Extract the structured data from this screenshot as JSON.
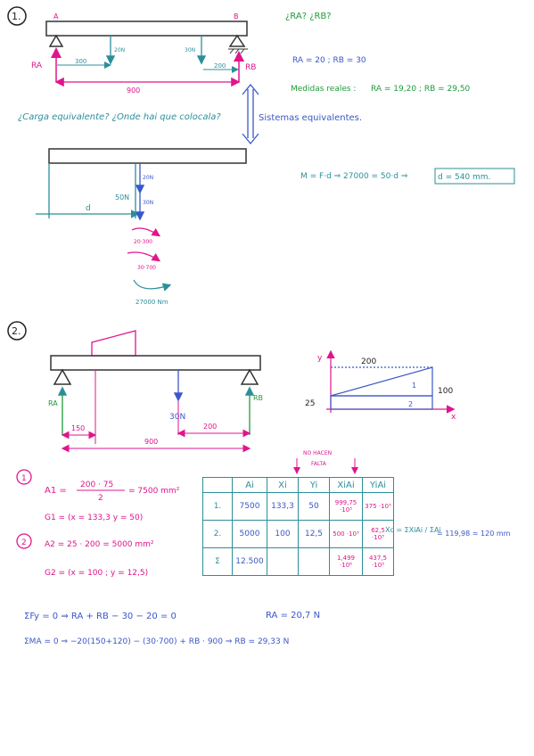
{
  "problem1": {
    "number": "1.",
    "point_a": "A",
    "point_b": "B",
    "ra": "RA",
    "rb": "RB",
    "force_20": "20N",
    "force_30": "30N",
    "dim_300": "300",
    "dim_200": "200",
    "dim_900": "900",
    "question_reactions": "¿RA? ¿RB?",
    "reactions_values": "RA = 20 ;   RB = 30",
    "measured_label": "Medidas reales :",
    "measured_values": "RA = 19,20 ;  RB = 29,50",
    "question_load": "¿Carga equivalente? ¿Onde hai que colocala?",
    "equiv_systems": "Sistemas equivalentes.",
    "eq_20": "20N",
    "eq_30": "30N",
    "eq_50": "50N",
    "eq_d": "d",
    "moment_formula": "M = F·d ⇒ 27000 = 50·d ⇒",
    "moment_result": "d = 540 mm.",
    "moment_1": "20·300",
    "moment_2": "30·700",
    "moment_total": "27000 Nm"
  },
  "problem2": {
    "number": "2.",
    "ra": "RA",
    "rb": "RB",
    "force": "30N",
    "dim_150": "150",
    "dim_200": "200",
    "dim_900": "900",
    "shape_200": "200",
    "shape_100": "100",
    "shape_25": "25",
    "shape_1": "1",
    "shape_2": "2",
    "axis_y": "y",
    "axis_x": "x",
    "circle_1": "1",
    "circle_2": "2",
    "a1_label": "A1 =",
    "a1_fraction_top": "200 · 75",
    "a1_fraction_bottom": "2",
    "a1_result": "= 7500 mm²",
    "g1": "G1 = (x = 133,3   y = 50)",
    "a2": "A2 = 25 · 200 = 5000 mm²",
    "g2": "G2 = (x = 100 ; y = 12,5)",
    "no_hacen": "NO HACEN",
    "falta": "FALTA",
    "table_headers": [
      "",
      "Ai",
      "Xi",
      "Yi",
      "XiAi",
      "YiAi"
    ],
    "table_rows": [
      [
        "1.",
        "7500",
        "133,3",
        "50",
        "999,75 ·10³",
        "375 ·10³"
      ],
      [
        "2.",
        "5000",
        "100",
        "12,5",
        "500 ·10³",
        "62,5 ·10³"
      ],
      [
        "Σ",
        "12.500",
        "",
        "",
        "1,499 ·10⁶",
        "437,5 ·10³"
      ]
    ],
    "xc_formula": "Xc = ΣXiAi / ΣAi",
    "xc_result": "= 119,98 ≃ 120 mm",
    "sum_fy": "ΣFy = 0 ⇒ RA + RB − 30 − 20 = 0",
    "ra_result": "RA = 20,7 N",
    "sum_ma": "ΣMA = 0 ⇒ −20(150+120) − (30·700) + RB · 900 ⇒ RB = 29,33 N"
  },
  "colors": {
    "teal": "#2b8f9a",
    "blue": "#3b57c8",
    "pink": "#e0148c",
    "green": "#1f9a3c",
    "black": "#222222"
  }
}
